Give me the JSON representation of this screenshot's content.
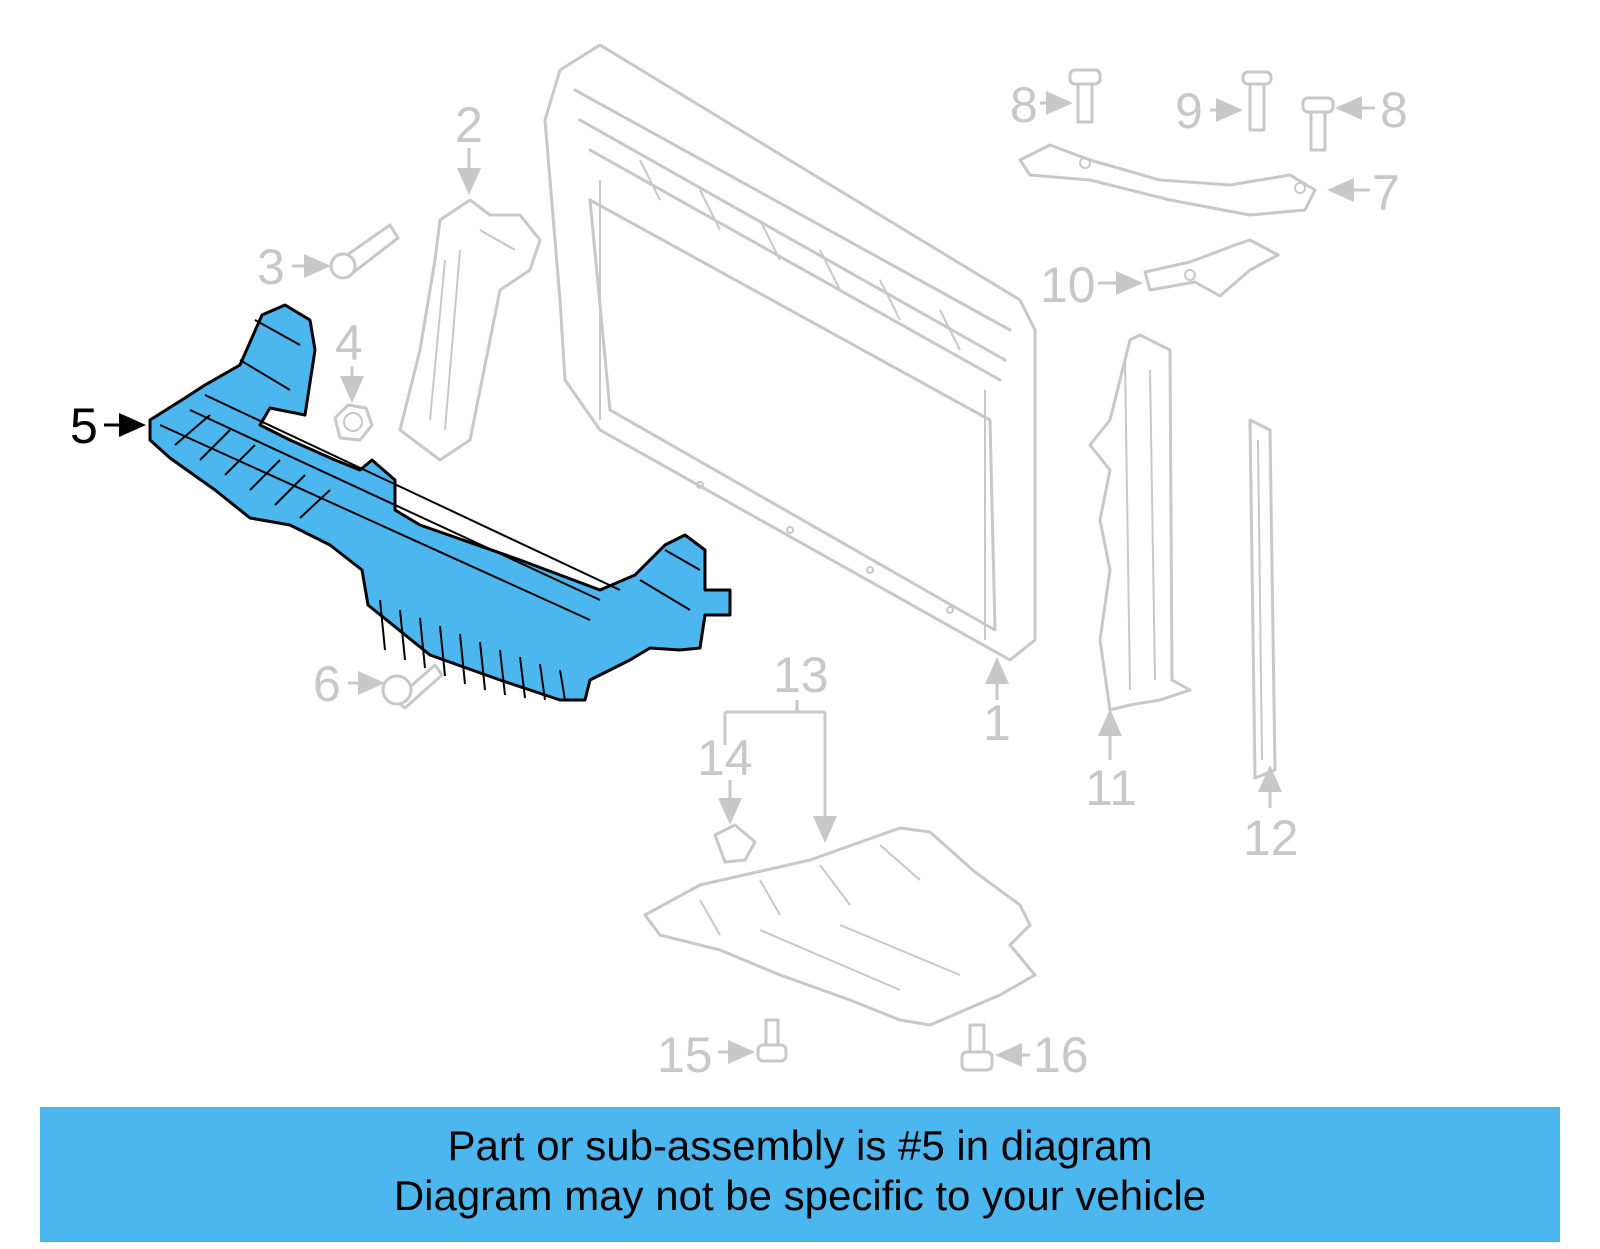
{
  "colors": {
    "highlight": "#4cb7ee",
    "ghost": "#c8c8c8",
    "banner": "#4cb7ee"
  },
  "callouts": {
    "c1": "1",
    "c2": "2",
    "c3": "3",
    "c4": "4",
    "c5": "5",
    "c6": "6",
    "c7": "7",
    "c8a": "8",
    "c8b": "8",
    "c9": "9",
    "c10": "10",
    "c11": "11",
    "c12": "12",
    "c13": "13",
    "c14": "14",
    "c15": "15",
    "c16": "16"
  },
  "banner": {
    "line1": "Part or sub-assembly is #5 in diagram",
    "line2": "Diagram may not be specific to your vehicle"
  }
}
